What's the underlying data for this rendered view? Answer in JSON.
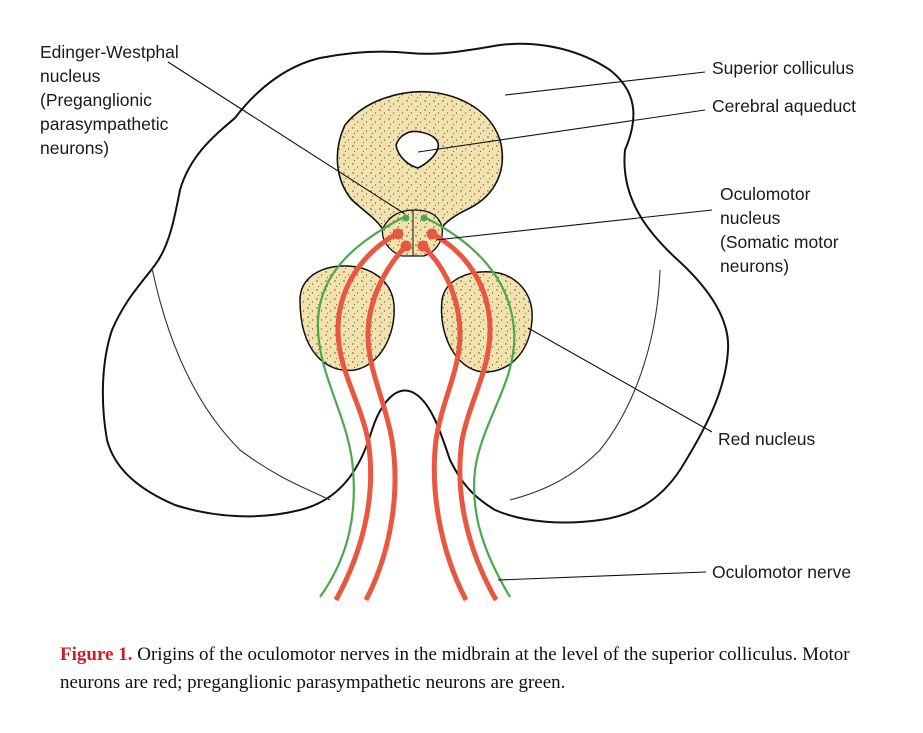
{
  "labels": {
    "edinger_westphal": [
      "Edinger-Westphal",
      "nucleus",
      "(Preganglionic",
      "parasympathetic",
      "neurons)"
    ],
    "superior_colliculus": "Superior colliculus",
    "cerebral_aqueduct": "Cerebral aqueduct",
    "oculomotor_nucleus": [
      "Oculomotor",
      "nucleus",
      "(Somatic motor",
      "neurons)"
    ],
    "red_nucleus": "Red nucleus",
    "oculomotor_nerve": "Oculomotor nerve"
  },
  "caption": {
    "figure_number": "Figure 1.",
    "text": " Origins of the oculomotor nerves in the midbrain at the level of the superior colliculus. Motor neurons are red; preganglionic parasympathetic neurons are green."
  },
  "colors": {
    "motor_neurons": "#e8573f",
    "parasympathetic_neurons": "#4ca84a",
    "nucleus_fill": "#f2e2b0",
    "outline": "#111111"
  }
}
